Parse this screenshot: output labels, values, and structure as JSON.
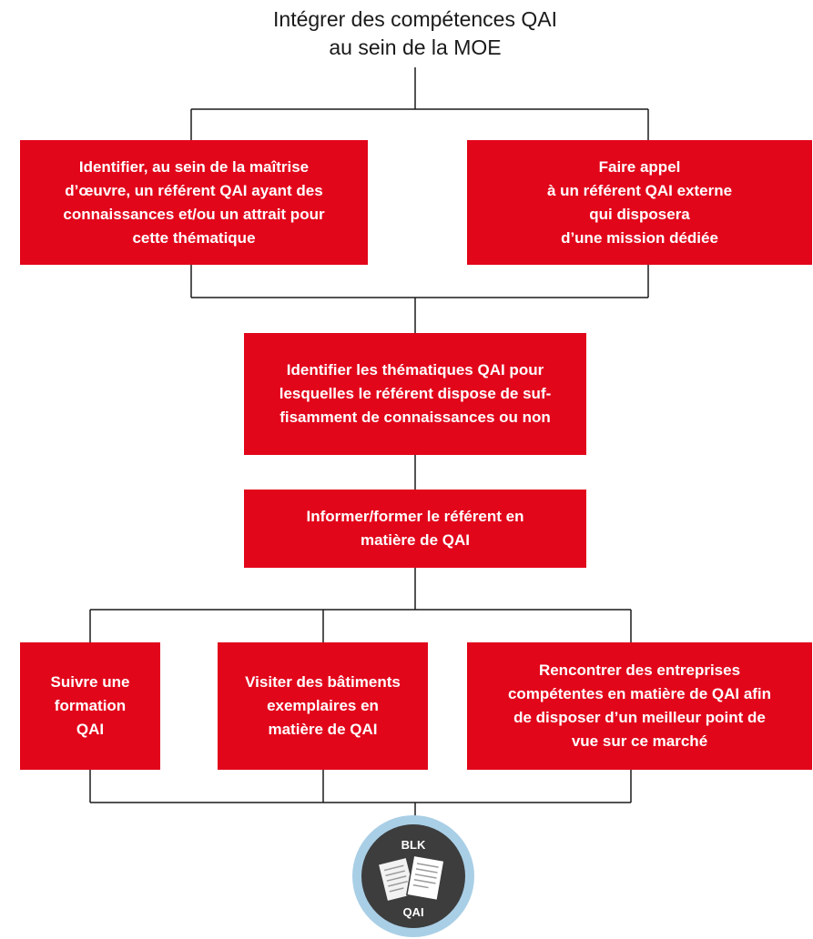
{
  "title": "Intégrer des compétences QAI\nau sein de la MOE",
  "boxes": {
    "internal_referent": "Identifier, au sein de la maîtrise\nd’œuvre, un référent  QAI ayant des\nconnaissances et/ou un attrait pour\ncette thématique",
    "external_referent": "Faire appel\nà un référent QAI externe\nqui disposera\nd’une mission dédiée",
    "identify_themes": "Identifier les thématiques QAI pour\nlesquelles le référent dispose de suf-\nfisamment de connaissances ou non",
    "inform_train": "Informer/former le référent en\nmatière de QAI",
    "training": "Suivre une\nformation\nQAI",
    "visit_buildings": "Visiter des bâtiments\nexemplaires en\nmatière de QAI",
    "meet_companies": "Rencontrer des entreprises\ncompétentes en matière de QAI afin\nde disposer d’un meilleur point de\nvue sur ce marché"
  },
  "badge": {
    "top_text": "BLK",
    "bottom_text": "QAI",
    "icon": "documents-icon"
  },
  "colors": {
    "box": "#e2061b",
    "line": "#1a1a1a",
    "badge_ring": "#a9cfe6",
    "badge_fill": "#3d3d3d"
  }
}
